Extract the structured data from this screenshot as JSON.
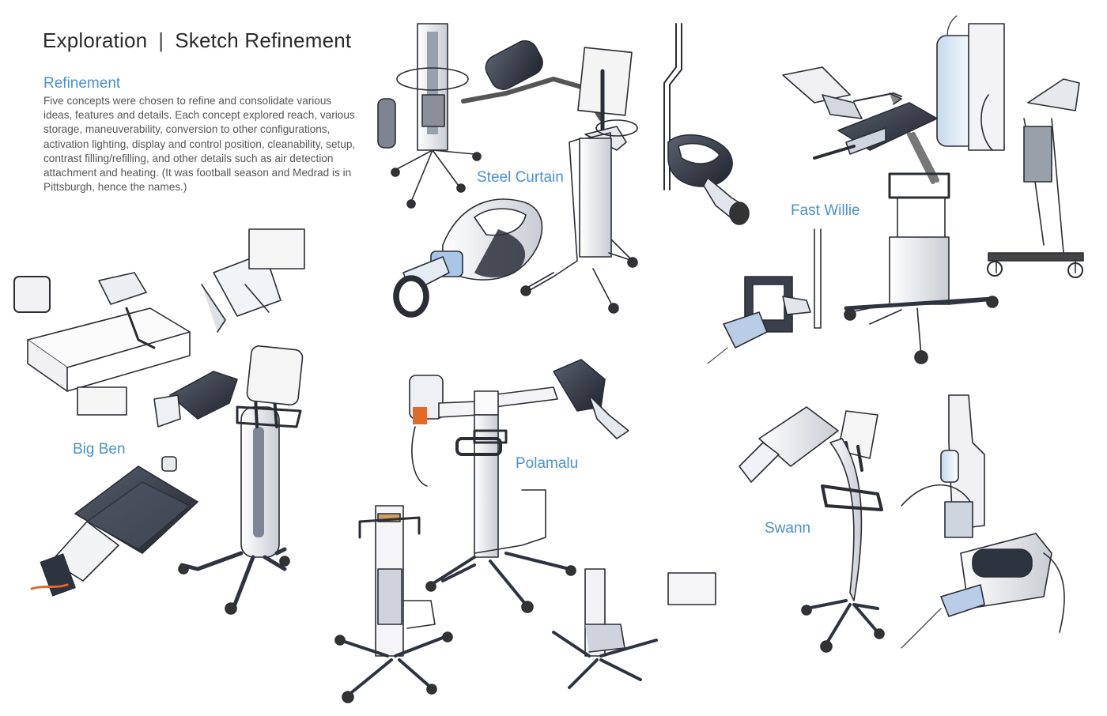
{
  "header": {
    "title_left": "Exploration",
    "separator": "|",
    "title_right": "Sketch Refinement"
  },
  "section": {
    "heading": "Refinement",
    "body": "Five concepts were chosen to refine and consolidate various ideas, features and details.  Each concept explored reach, various storage, maneuverability, conversion to other configurations, activation lighting, display and control position, cleanability, setup, contrast filling/refilling, and other details such as air detection attachment and heating.  (It was football season and Medrad is in Pittsburgh, hence the names.)"
  },
  "concepts": {
    "steel_curtain": "Steel Curtain",
    "fast_willie": "Fast Willie",
    "big_ben": "Big Ben",
    "polamalu": "Polamalu",
    "swann": "Swann"
  },
  "colors": {
    "accent": "#4a90cf",
    "ink": "#2b2b2b",
    "body": "#555555",
    "sketch_dark": "#2e3340",
    "sketch_mid": "#8a8f9a",
    "sketch_light": "#d9dce2",
    "orange": "#e06a2a"
  }
}
